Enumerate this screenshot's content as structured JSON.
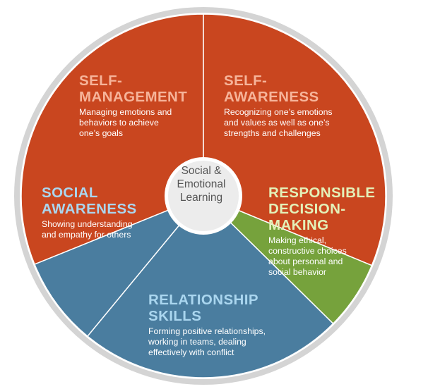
{
  "center": {
    "lines": [
      "Social &",
      "Emotional",
      "Learning"
    ]
  },
  "segments": [
    {
      "id": "self-management",
      "color": "#c9461f",
      "heading_color": "#f6b49a",
      "heading": [
        "SELF-",
        "MANAGEMENT"
      ],
      "description": [
        "Managing emotions and",
        "behaviors to achieve",
        "one’s goals"
      ]
    },
    {
      "id": "self-awareness",
      "color": "#c9461f",
      "heading_color": "#f6b49a",
      "heading": [
        "SELF-",
        "AWARENESS"
      ],
      "description": [
        "Recognizing one’s emotions",
        "and values as well as one’s",
        "strengths and challenges"
      ]
    },
    {
      "id": "responsible-decision-making",
      "color": "#76a23c",
      "heading_color": "#e3f1b9",
      "heading": [
        "RESPONSIBLE",
        "DECISION-",
        "MAKING"
      ],
      "description": [
        "Making ethical,",
        "constructive choices",
        "about personal and",
        "social behavior"
      ]
    },
    {
      "id": "relationship-skills",
      "color": "#4a7d9f",
      "heading_color": "#aad6ef",
      "heading": [
        "RELATIONSHIP",
        "SKILLS"
      ],
      "description": [
        "Forming positive relationships,",
        "working in teams, dealing",
        "effectively with conflict"
      ]
    },
    {
      "id": "social-awareness",
      "color": "#4a7d9f",
      "heading_color": "#aad6ef",
      "heading": [
        "SOCIAL",
        "AWARENESS"
      ],
      "description": [
        "Showing understanding",
        "and empathy for others"
      ]
    }
  ],
  "colors": {
    "ring": "#d4d4d4",
    "center_fill": "#ececec",
    "center_text": "#555555",
    "divider": "#ffffff"
  }
}
